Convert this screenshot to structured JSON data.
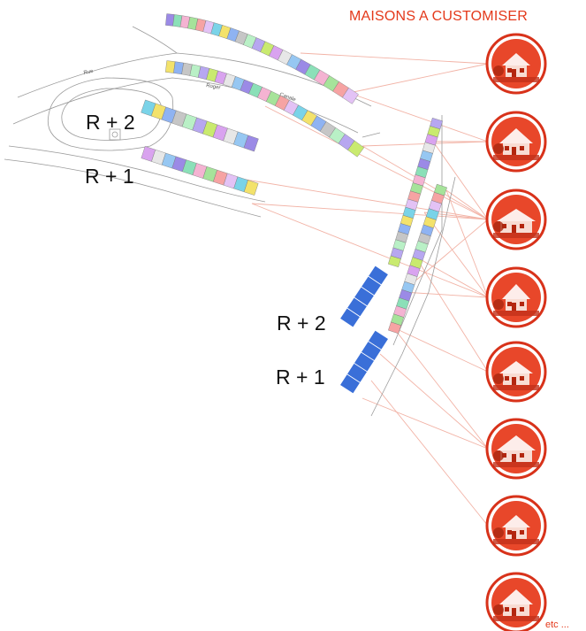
{
  "title": "MAISONS A CUSTOMISER",
  "levels": {
    "left_upper": "R + 2",
    "left_lower": "R + 1",
    "right_upper": "R + 2",
    "right_lower": "R + 1"
  },
  "street_labels": [
    "Rue",
    "Roger",
    "Canale"
  ],
  "houses": [
    {
      "icon": "house-gable-icon"
    },
    {
      "icon": "house-balcony-icon"
    },
    {
      "icon": "villa-icon"
    },
    {
      "icon": "chalet-icon"
    },
    {
      "icon": "townhouse-icon"
    },
    {
      "icon": "cottage-icon"
    },
    {
      "icon": "pavilion-icon"
    },
    {
      "icon": "mansion-icon"
    }
  ],
  "etc": "etc ...",
  "colors": {
    "accent": "#e4391b",
    "circle_fill": "#e8472a",
    "circle_stroke": "#d8321a",
    "link_lines": "#f2b3a6",
    "blue_blocks": "#3a6fd8",
    "plan_lines": "#9a9a9a"
  },
  "palette": [
    "#9b8ae6",
    "#b7a7f0",
    "#7ad3e8",
    "#8be0b8",
    "#c9ea6f",
    "#f3e26b",
    "#f4b3d2",
    "#d9a3ef",
    "#8fb3f2",
    "#a6e39a",
    "#e7e7e7",
    "#c6c6c6",
    "#f6a3a3",
    "#96c7f2",
    "#b9f0c6",
    "#e3c2f5"
  ]
}
